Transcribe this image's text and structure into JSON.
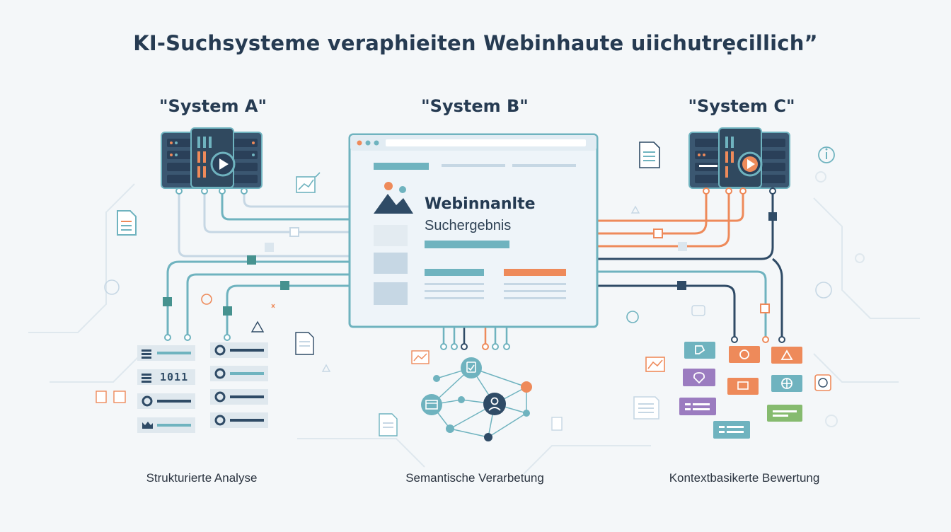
{
  "title": "KI-Suchsysteme veraphieiten Webinhaute uiichutrẹcillich”",
  "systems": [
    {
      "label": "\"System A\"",
      "caption": "Strukturierte Analyse"
    },
    {
      "label": "\"System B\"",
      "caption": "Semantische Verarbetung"
    },
    {
      "label": "\"System C\"",
      "caption": "Kontextbasikerte Bewertung"
    }
  ],
  "card": {
    "title": "Webinnanlte",
    "subtitle": "Suchergebnis"
  },
  "system_a_bits": "1011",
  "colors": {
    "teal": "#6fb3bf",
    "orange": "#ee8a5a",
    "navy": "#2f4b66",
    "purple": "#9b7cc0",
    "green": "#86bb6f",
    "light_blue": "#c6d7e4"
  },
  "icons": [
    "server-icon",
    "play-icon",
    "document-icon",
    "chart-icon",
    "image-icon",
    "user-icon",
    "network-icon",
    "warning-icon",
    "info-icon"
  ]
}
